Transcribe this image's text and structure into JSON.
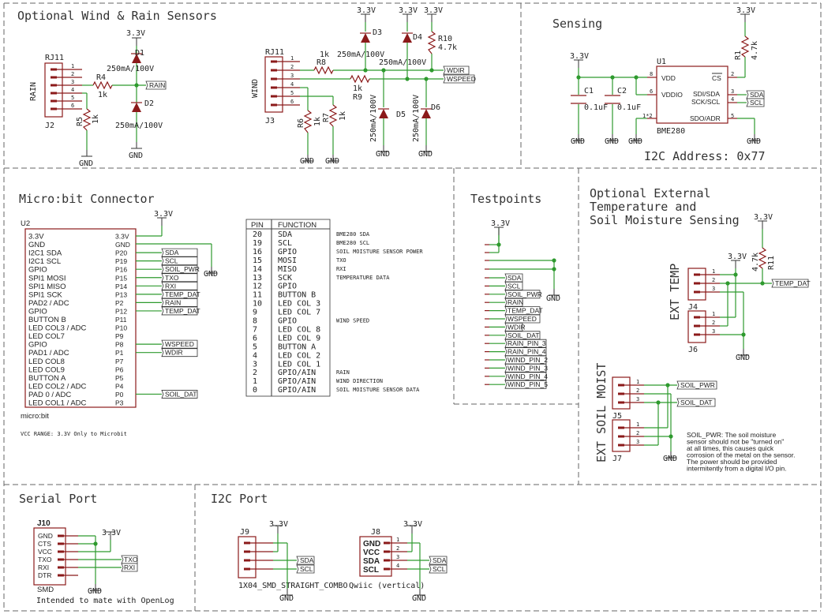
{
  "sections": {
    "wind_rain": "Optional Wind & Rain Sensors",
    "sensing": "Sensing",
    "microbit": "Micro:bit Connector",
    "testpoints": "Testpoints",
    "ext": "Optional External\nTemperature and\nSoil Moisture Sensing",
    "serial": "Serial Port",
    "i2c": "I2C Port"
  },
  "net": {
    "v33": "3.3V",
    "gnd": "GND"
  },
  "rain": {
    "conn_ref": "RJ11",
    "conn_des": "J2",
    "side_label": "RAIN",
    "pins": [
      "1",
      "2",
      "3",
      "4",
      "5",
      "6"
    ],
    "r4_ref": "R4",
    "r4_val": "1k",
    "r5_ref": "R5",
    "r5_val": "1k",
    "d1_ref": "D1",
    "d1_val": "250mA/100V",
    "d2_ref": "D2",
    "d2_val": "250mA/100V",
    "net_flag": "RAIN"
  },
  "wind": {
    "conn_ref": "RJ11",
    "conn_des": "J3",
    "side_label": "WIND",
    "pins": [
      "1",
      "2",
      "3",
      "4",
      "5",
      "6"
    ],
    "r8_ref": "R8",
    "r8_val": "1k",
    "r9_ref": "R9",
    "r9_val": "1k",
    "r6_ref": "R6",
    "r6_val": "1k",
    "r7_ref": "R7",
    "r7_val": "1k",
    "r10_ref": "R10",
    "r10_val": "4.7k",
    "d3_ref": "D3",
    "d3_val": "250mA/100V",
    "d4_ref": "D4",
    "d4_val": "250mA/100V",
    "d5_ref": "D5",
    "d5_val": "250mA/100V",
    "d6_ref": "D6",
    "d6_val": "250mA/100V",
    "flag_wdir": "WDIR",
    "flag_wspeed": "WSPEED"
  },
  "sensing": {
    "ic_ref": "U1",
    "ic_name": "BME280",
    "pins_left": [
      {
        "num": "8",
        "name": "VDD"
      },
      {
        "num": "6",
        "name": "VDDIO"
      },
      {
        "num": "1*2",
        "name": ""
      }
    ],
    "pins_right": [
      {
        "num": "2",
        "name": "CS"
      },
      {
        "num": "3",
        "name": "SDI/SDA"
      },
      {
        "num": "4",
        "name": "SCK/SCL"
      },
      {
        "num": "5",
        "name": "SDO/ADR"
      }
    ],
    "c1_ref": "C1",
    "c1_val": "0.1uF",
    "c2_ref": "C2",
    "c2_val": "0.1uF",
    "r1_ref": "R1",
    "r1_val": "4.7k",
    "flag_sda": "SDA",
    "flag_scl": "SCL",
    "address": "I2C Address: 0x77"
  },
  "microbit": {
    "ref": "U2",
    "name": "micro:bit",
    "pins": [
      {
        "left": "3.3V",
        "right": "3.3V"
      },
      {
        "left": "GND",
        "right": "GND"
      },
      {
        "left": "I2C1 SDA",
        "right": "P20"
      },
      {
        "left": "I2C1 SCL",
        "right": "P19"
      },
      {
        "left": "GPIO",
        "right": "P16"
      },
      {
        "left": "SPI1 MOSI",
        "right": "P15"
      },
      {
        "left": "SPI1 MISO",
        "right": "P14"
      },
      {
        "left": "SPI1 SCK",
        "right": "P13"
      },
      {
        "left": "PAD2    / ADC",
        "right": "P2"
      },
      {
        "left": "GPIO",
        "right": "P12"
      },
      {
        "left": "BUTTON B",
        "right": "P11"
      },
      {
        "left": "LED COL3 / ADC",
        "right": "P10"
      },
      {
        "left": "LED COL7",
        "right": "P9"
      },
      {
        "left": "GPIO",
        "right": "P8"
      },
      {
        "left": "PAD1    / ADC",
        "right": "P1"
      },
      {
        "left": "LED COL8",
        "right": "P7"
      },
      {
        "left": "LED COL9",
        "right": "P6"
      },
      {
        "left": "BUTTON A",
        "right": "P5"
      },
      {
        "left": "LED COL2 / ADC",
        "right": "P4"
      },
      {
        "left": "PAD 0    / ADC",
        "right": "P0"
      },
      {
        "left": "LED COL1 / ADC",
        "right": "P3"
      }
    ],
    "flags": [
      "SDA",
      "SCL",
      "SOIL_PWR",
      "TXO",
      "RXI",
      "TEMP_DAT",
      "RAIN",
      "TEMP_DAT",
      "WSPEED",
      "WDIR",
      "SOIL_DAT"
    ],
    "vcc_note": "VCC RANGE: 3.3V Only to Microbit"
  },
  "pin_table": {
    "header": [
      "PIN",
      "FUNCTION"
    ],
    "rows": [
      {
        "pin": "20",
        "func": "SDA",
        "note": "BME280 SDA"
      },
      {
        "pin": "19",
        "func": "SCL",
        "note": "BME280 SCL"
      },
      {
        "pin": "16",
        "func": "GPIO",
        "note": "SOIL MOISTURE SENSOR POWER"
      },
      {
        "pin": "15",
        "func": "MOSI",
        "note": "TXO"
      },
      {
        "pin": "14",
        "func": "MISO",
        "note": "RXI"
      },
      {
        "pin": "13",
        "func": "SCK",
        "note": "TEMPERATURE DATA"
      },
      {
        "pin": "12",
        "func": "GPIO",
        "note": ""
      },
      {
        "pin": "11",
        "func": "BUTTON B",
        "note": ""
      },
      {
        "pin": "10",
        "func": "LED COL 3",
        "note": ""
      },
      {
        "pin": "9",
        "func": "LED COL 7",
        "note": ""
      },
      {
        "pin": "8",
        "func": "GPIO",
        "note": "WIND SPEED"
      },
      {
        "pin": "7",
        "func": "LED COL 8",
        "note": ""
      },
      {
        "pin": "6",
        "func": "LED COL 9",
        "note": ""
      },
      {
        "pin": "5",
        "func": "BUTTON A",
        "note": ""
      },
      {
        "pin": "4",
        "func": "LED COL 2",
        "note": ""
      },
      {
        "pin": "3",
        "func": "LED COL 1",
        "note": ""
      },
      {
        "pin": "2",
        "func": "GPIO/AIN",
        "note": "RAIN"
      },
      {
        "pin": "1",
        "func": "GPIO/AIN",
        "note": "WIND DIRECTION"
      },
      {
        "pin": "0",
        "func": "GPIO/AIN",
        "note": "SOIL MOISTURE SENSOR DATA"
      }
    ]
  },
  "testpoints": [
    "SDA",
    "SCL",
    "SOIL_PWR",
    "RAIN",
    "TEMP_DAT",
    "WSPEED",
    "WDIR",
    "SOIL_DAT",
    "RAIN_PIN_3",
    "RAIN_PIN_4",
    "WIND_PIN_2",
    "WIND_PIN_3",
    "WIND_PIN_4",
    "WIND_PIN_5"
  ],
  "ext_temp": {
    "label": "EXT TEMP",
    "j4": "J4",
    "j6": "J6",
    "r11_ref": "R11",
    "r11_val": "4.7k",
    "flag": "TEMP_DAT"
  },
  "ext_soil": {
    "label": "EXT SOIL MOIST",
    "j5": "J5",
    "j7": "J7",
    "flag_pwr": "SOIL_PWR",
    "flag_dat": "SOIL_DAT",
    "note": "SOIL_PWR: The soil moisture\nsensor should not be \"turned on\"\nat all times, this causes quick\ncorrosion of the metal on the sensor.\nThe power should be provided\nintermitently from a digital I/O pin."
  },
  "serial": {
    "ref": "J10",
    "pins": [
      "GND",
      "CTS",
      "VCC",
      "TXO",
      "RXI",
      "DTR"
    ],
    "sub": "SMD",
    "note": "Intended to mate with OpenLog",
    "flag_txo": "TXO",
    "flag_rxi": "RXI"
  },
  "i2c": {
    "j9": "J9",
    "j9_part": "1X04_SMD_STRAIGHT_COMBO",
    "j8": "J8",
    "j8_pins": [
      "GND",
      "VCC",
      "SDA",
      "SCL"
    ],
    "j8_part": "Qwiic (vertical)",
    "flag_sda": "SDA",
    "flag_scl": "SCL"
  }
}
